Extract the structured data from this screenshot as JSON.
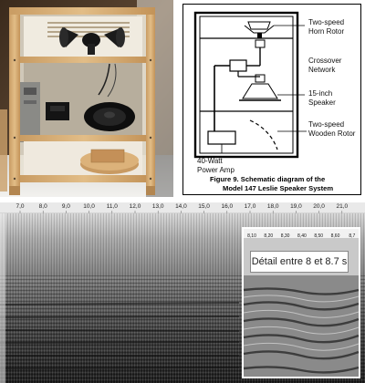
{
  "schematic": {
    "labels": {
      "horn_rotor": "Two-speed\nHorn Rotor",
      "crossover": "Crossover\nNetwork",
      "speaker": "15-inch\nSpeaker",
      "wooden_rotor": "Two-speed\nWooden Rotor",
      "power_amp": "40-Watt\nPower Amp"
    },
    "caption_line1": "Figure 9. Schematic diagram of the",
    "caption_line2": "Model 147 Leslie Speaker System"
  },
  "spectrogram": {
    "time_ticks": [
      "7,0",
      "8,0",
      "9,0",
      "10,0",
      "11,0",
      "12,0",
      "13,0",
      "14,0",
      "15,0",
      "16,0",
      "17,0",
      "18,0",
      "19,0",
      "20,0",
      "21,0"
    ],
    "inset_ticks": [
      "8,10",
      "8,20",
      "8,30",
      "8,40",
      "8,50",
      "8,60",
      "8,7"
    ],
    "detail_label": "Détail entre 8 et 8.7 s"
  },
  "colors": {
    "wood": "#d8b27a",
    "wood_dark": "#b98d55",
    "schematic_line": "#000000",
    "spectrogram_dark": "#1e1e1e"
  }
}
